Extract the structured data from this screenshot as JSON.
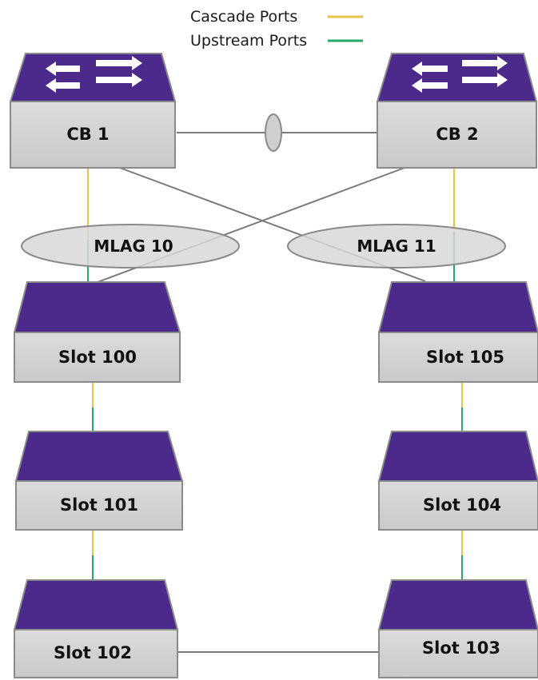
{
  "legend": {
    "cascade_label": "Cascade Ports",
    "upstream_label": "Upstream Ports"
  },
  "colors": {
    "cascade": "#e8c34a",
    "upstream": "#2aa86a",
    "link": "#7a7a7a",
    "switch_top": "#4b2a8c",
    "switch_body": "#d4d4d4",
    "mlag_fill": "#d8d8d8"
  },
  "nodes": {
    "cb1": "CB 1",
    "cb2": "CB 2",
    "slot100": "Slot 100",
    "slot101": "Slot 101",
    "slot102": "Slot 102",
    "slot103": "Slot 103",
    "slot104": "Slot 104",
    "slot105": "Slot 105"
  },
  "mlags": {
    "mlag10": "MLAG 10",
    "mlag11": "MLAG 11"
  }
}
